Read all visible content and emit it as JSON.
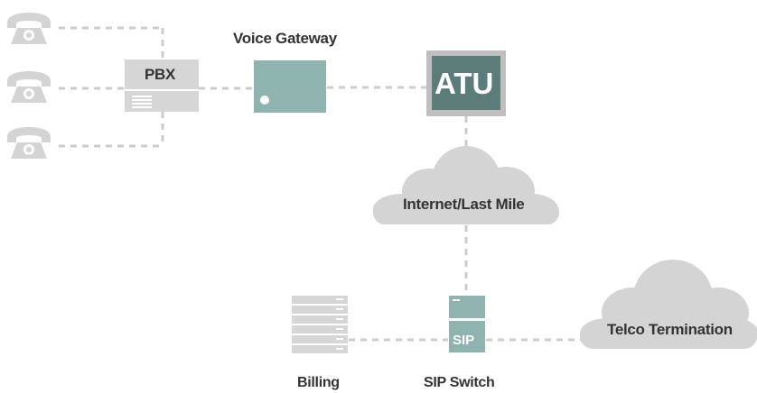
{
  "labels": {
    "voice_gateway": "Voice Gateway",
    "pbx": "PBX",
    "atu": "ATU",
    "internet": "Internet/Last Mile",
    "telco": "Telco Termination",
    "sip_box": "SIP",
    "billing": "Billing",
    "sip_switch": "SIP Switch"
  },
  "colors": {
    "line": "#cccccc",
    "device_gray": "#d6d6d6",
    "gateway_teal": "#8fb3ae",
    "atu_dark": "#5c7c79",
    "atu_frame": "#bfbfbf",
    "cloud": "#d4d4d4",
    "label_text": "#333333"
  },
  "icons": [
    "telephone-icon",
    "pbx-device",
    "voice-gateway-device",
    "atu-device",
    "internet-cloud",
    "telco-cloud",
    "sip-switch-device",
    "billing-server-stack"
  ]
}
